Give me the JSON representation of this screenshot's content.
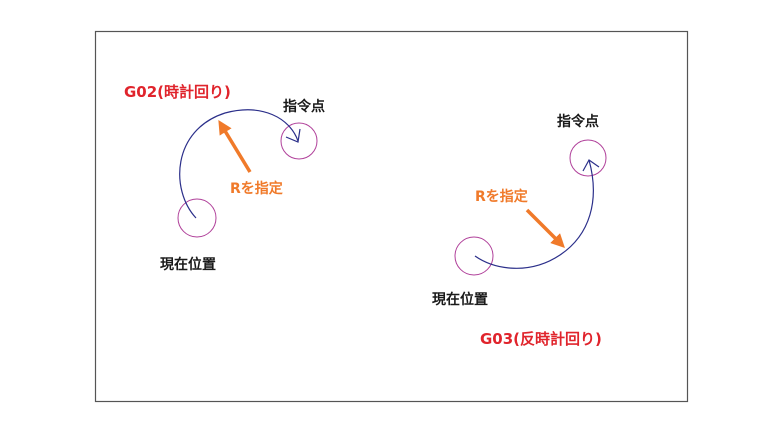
{
  "colors": {
    "frame": "#555555",
    "arc": "#2b2f8a",
    "circle": "#b0409a",
    "arrow": "#f07a2a",
    "title": "#e0242c"
  },
  "g02": {
    "title": "G02(時計回り)",
    "target_label": "指令点",
    "start_label": "現在位置",
    "radius_label": "Rを指定"
  },
  "g03": {
    "title": "G03(反時計回り)",
    "target_label": "指令点",
    "start_label": "現在位置",
    "radius_label": "Rを指定"
  }
}
